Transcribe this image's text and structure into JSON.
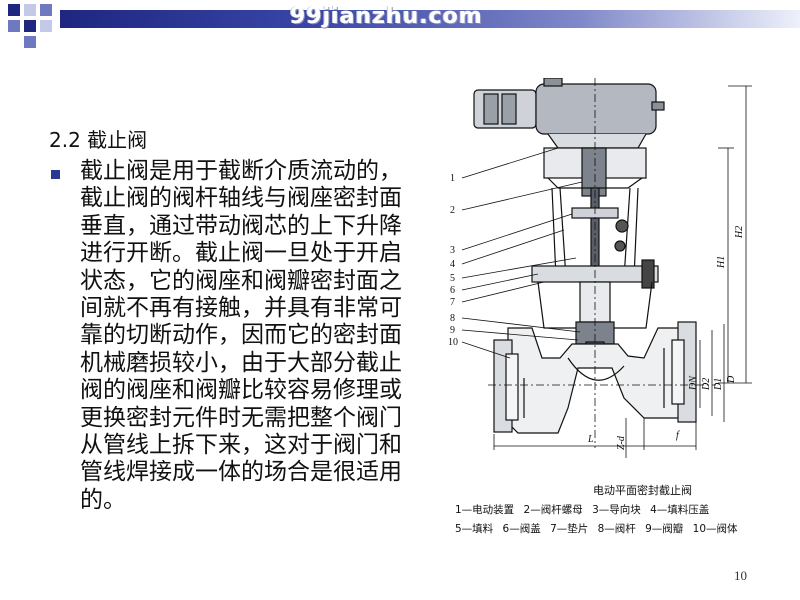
{
  "header": {
    "watermark": "99jianzhu.com",
    "colors": {
      "dark": "#1e2680",
      "mid": "#6f79c0",
      "light": "#c5c9e8"
    }
  },
  "slide": {
    "section_title": "2.2 截止阀",
    "paragraph_lines": [
      "截止阀是用于截断介质流动的，",
      "截止阀的阀杆轴线与阀座密封面",
      "垂直，通过带动阀芯的上下升降",
      "进行开断。截止阀一旦处于开启",
      "状态，它的阀座和阀瓣密封面之",
      "间就不再有接触，并具有非常可",
      "靠的切断动作，因而它的密封面",
      "机械磨损较小，由于大部分截止",
      "阀的阀座和阀瓣比较容易修理或",
      "更换密封元件时无需把整个阀门",
      "从管线上拆下来，这对于阀门和",
      "管线焊接成一体的场合是很适用",
      "的。"
    ],
    "page_number": "10"
  },
  "figure": {
    "caption": "电动平面密封截止阀",
    "part_numbers": [
      "1",
      "2",
      "3",
      "4",
      "5",
      "6",
      "7",
      "8",
      "9",
      "10"
    ],
    "dimension_labels": [
      "H1",
      "H2",
      "L",
      "DN",
      "D2",
      "D1",
      "D",
      "Z-d",
      "f"
    ],
    "legend_rows": [
      [
        "1—电动装置",
        "2—阀杆螺母",
        "3—导向块",
        "4—填料压盖"
      ],
      [
        "5—填料",
        "6—阀盖",
        "7—垫片",
        "8—阀杆",
        "9—阀瓣",
        "10—阀体"
      ]
    ]
  }
}
